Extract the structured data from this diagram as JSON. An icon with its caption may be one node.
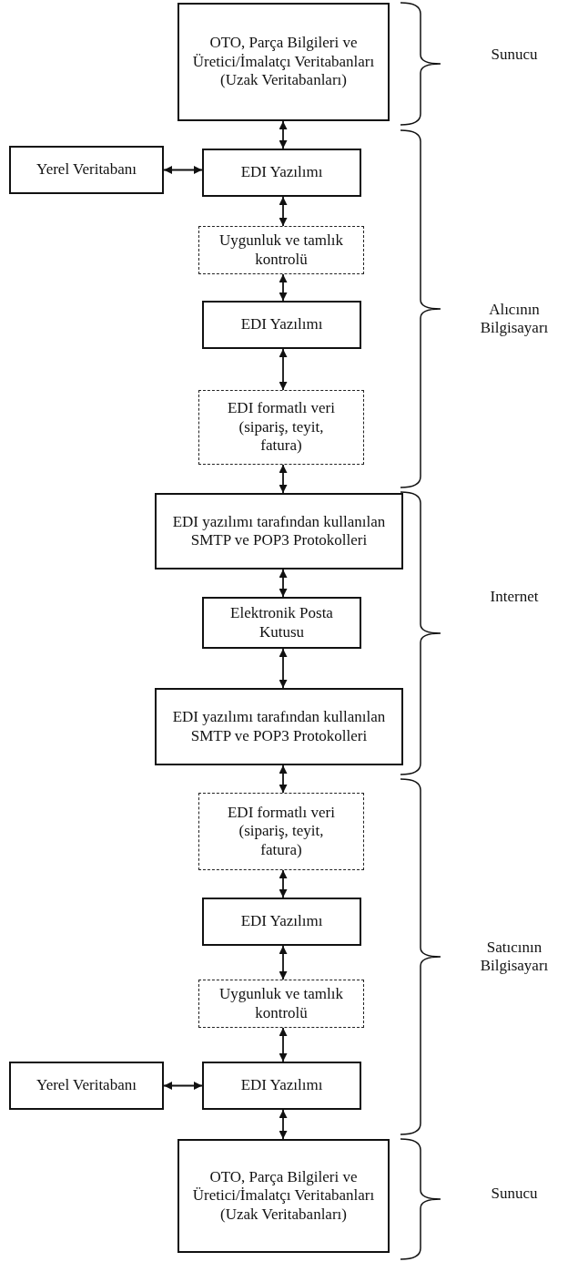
{
  "diagram": {
    "nodes": [
      {
        "text": [
          "OTO, Parça Bilgileri ve Üretici/İmalatçı Veritabanları (Uzak Veritabanları)"
        ]
      },
      {
        "text": [
          "Yerel Veritabanı"
        ]
      },
      {
        "text": [
          "EDI Yazılımı"
        ]
      },
      {
        "text": [
          "Uygunluk ve tamlık kontrolü"
        ]
      },
      {
        "text": [
          "EDI Yazılımı"
        ]
      },
      {
        "text": [
          "EDI formatlı veri (sipariş, teyit, fatura)"
        ]
      },
      {
        "text": [
          "EDI yazılımı tarafından kullanılan SMTP ve POP3 Protokolleri"
        ]
      },
      {
        "text": [
          "Elektronik Posta Kutusu"
        ]
      },
      {
        "text": [
          "EDI yazılımı tarafından kullanılan SMTP ve POP3 Protokolleri"
        ]
      },
      {
        "text": [
          "EDI formatlı veri (sipariş, teyit, fatura)"
        ]
      },
      {
        "text": [
          "EDI Yazılımı"
        ]
      },
      {
        "text": [
          "Uygunluk ve tamlık kontrolü"
        ]
      },
      {
        "text": [
          "Yerel Veritabanı"
        ]
      },
      {
        "text": [
          "EDI Yazılımı"
        ]
      },
      {
        "text": [
          "OTO, Parça Bilgileri ve Üretici/İmalatçı Veritabanları (Uzak Veritabanları)"
        ]
      }
    ],
    "edges": [
      {
        "from": 0,
        "to": 2,
        "arrow": "both"
      },
      {
        "from": 1,
        "to": 2,
        "arrow": "both"
      },
      {
        "from": 2,
        "to": 3,
        "arrow": "both"
      },
      {
        "from": 3,
        "to": 4,
        "arrow": "both"
      },
      {
        "from": 4,
        "to": 5,
        "arrow": "both"
      },
      {
        "from": 5,
        "to": 6,
        "arrow": "both"
      },
      {
        "from": 6,
        "to": 7,
        "arrow": "both"
      },
      {
        "from": 7,
        "to": 8,
        "arrow": "both"
      },
      {
        "from": 8,
        "to": 9,
        "arrow": "both"
      },
      {
        "from": 9,
        "to": 10,
        "arrow": "both"
      },
      {
        "from": 10,
        "to": 11,
        "arrow": "both"
      },
      {
        "from": 11,
        "to": 13,
        "arrow": "both"
      },
      {
        "from": 12,
        "to": 13,
        "arrow": "both"
      },
      {
        "from": 13,
        "to": 14,
        "arrow": "both"
      }
    ],
    "labels": [
      "Sunucu",
      "Alıcının Bilgisayarı",
      "Internet",
      "Satıcının Bilgisayarı",
      "Sunucu"
    ]
  }
}
